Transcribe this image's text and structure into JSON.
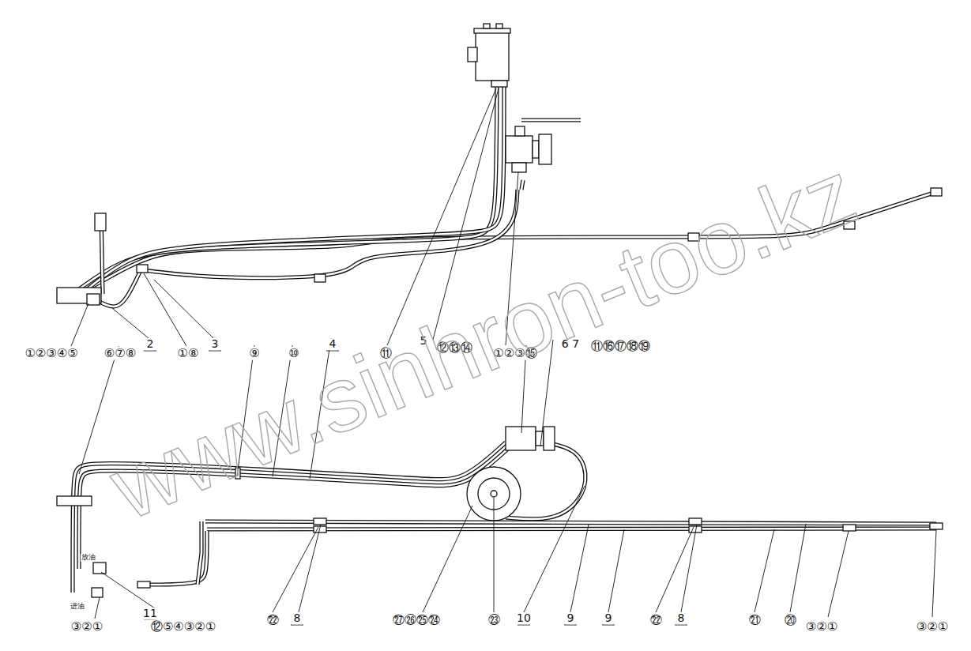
{
  "diagram": {
    "labels": [
      "①②③④⑤",
      "⑥⑦⑧",
      "2",
      "①⑧",
      "3",
      "⑨",
      "⑩",
      "4",
      "⑪",
      "5",
      "⑫⑬⑭",
      "①②③⑮",
      "6 7",
      "⑪⑯⑰⑱⑲",
      "放油",
      "进油",
      "③②①",
      "11",
      "⑫⑤④③②①",
      "㉒",
      "8",
      "㉗㉖㉕㉔",
      "㉓",
      "10",
      "9",
      "9",
      "㉒",
      "8",
      "㉑",
      "⑳",
      "③②①",
      "③②①",
      "www.sinhron-too.kz"
    ]
  }
}
